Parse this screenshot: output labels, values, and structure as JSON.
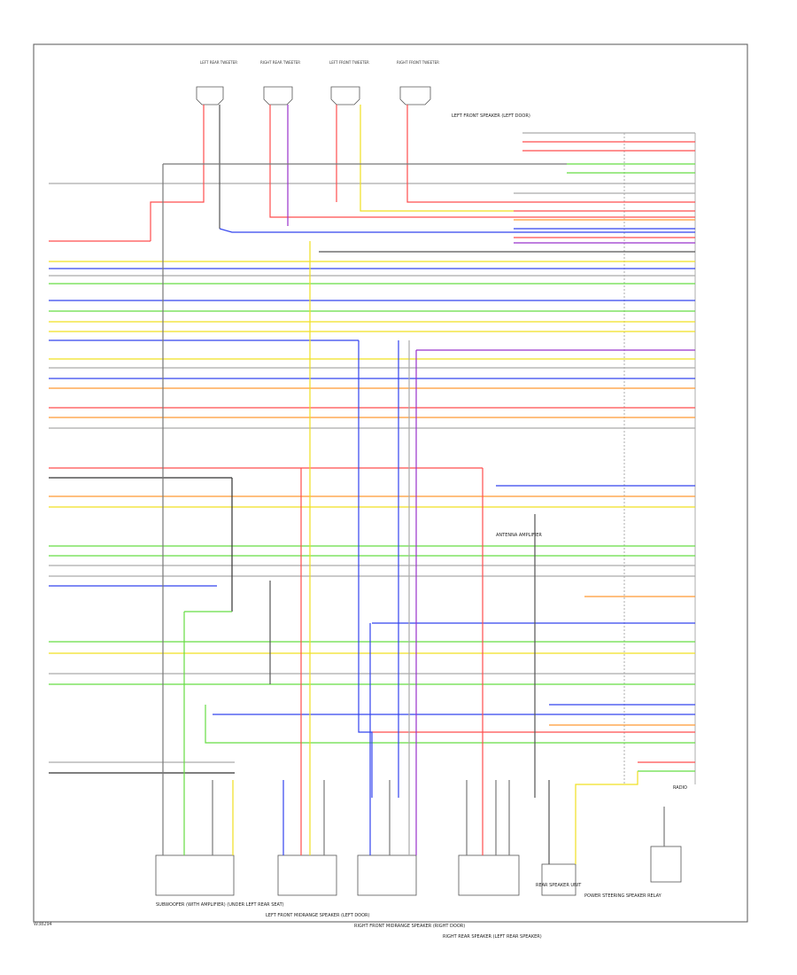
{
  "diagram": {
    "footer_code": "W38294",
    "top_components": [
      "LEFT REAR TWEETER",
      "RIGHT REAR TWEETER",
      "LEFT FRONT TWEETER",
      "RIGHT FRONT TWEETER"
    ],
    "bottom_components": [
      "SUBWOOFER (WITH AMPLIFIER) (UNDER LEFT REAR SEAT)",
      "LEFT FRONT MIDRANGE SPEAKER (LEFT DOOR)",
      "RIGHT FRONT MIDRANGE SPEAKER (RIGHT DOOR)",
      "RIGHT REAR SPEAKER (LEFT REAR SPEAKER)",
      "REAR SPEAKER UNIT",
      "POWER STEERING SPEAKER RELAY"
    ],
    "side_notes": [
      "LEFT FRONT SPEAKER (LEFT DOOR)",
      "ANTENNA AMPLIFIER",
      "RADIO"
    ],
    "wire_colors": {
      "red": "#ff4d4d",
      "orange": "#ff9933",
      "yellow": "#f0e020",
      "green": "#66dd44",
      "blue": "#3344ee",
      "violet": "#9933cc",
      "black": "#111111",
      "gray": "#aaaaaa"
    }
  }
}
